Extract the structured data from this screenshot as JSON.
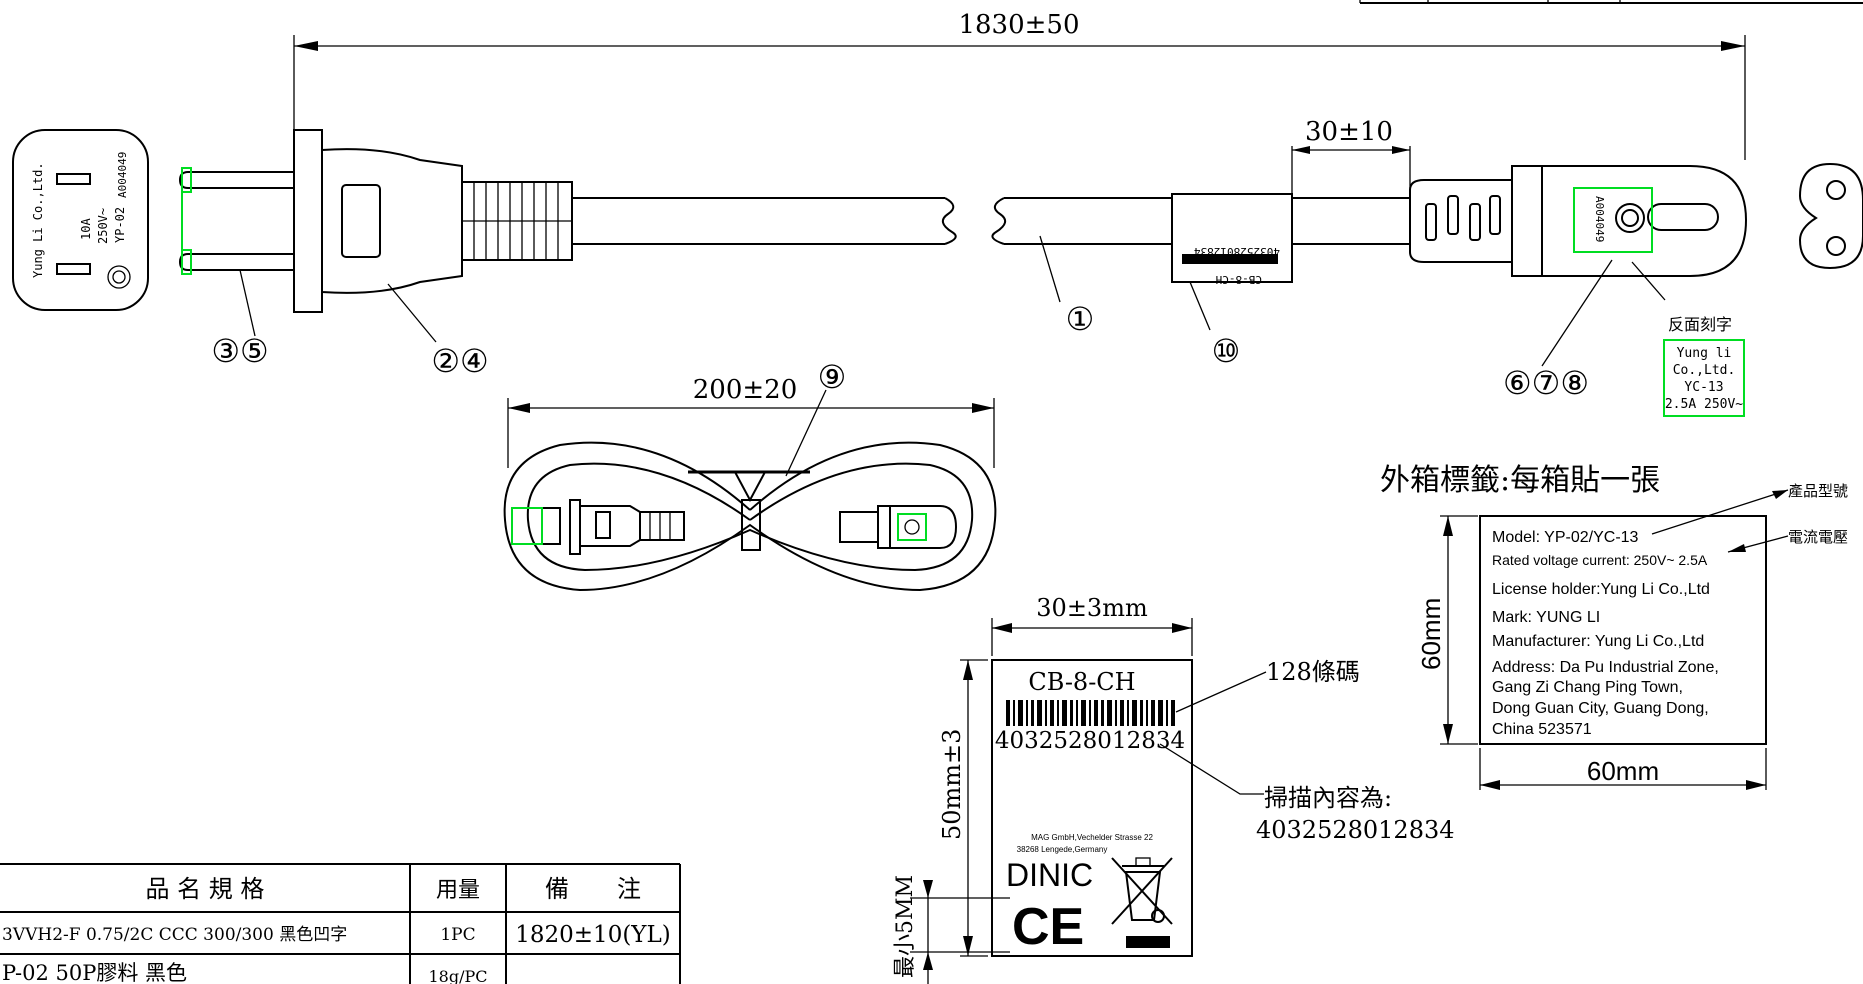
{
  "dimensions": {
    "overall_length": "1830±50",
    "end_gap": "30±10",
    "coil_length": "200±20",
    "label_width": "30±3mm",
    "label_height": "50mm±3",
    "min_margin": "最小5MM",
    "box_label_height": "60mm",
    "box_label_width": "60mm"
  },
  "callouts": [
    "①",
    "②④",
    "③⑤",
    "⑥⑦⑧",
    "⑨",
    "⑩"
  ],
  "plug_face": {
    "maker": "Yung Li Co.,Ltd.",
    "rating": "10A",
    "voltage": "250V~",
    "model": "YP-02",
    "cert": "A004049"
  },
  "connector": {
    "cert": "A004049",
    "back_note_title": "反面刻字",
    "back_text": [
      "Yung li",
      "Co.,Ltd.",
      "YC-13",
      "2.5A 250V~"
    ]
  },
  "cable_label": {
    "code": "CB-8-CH",
    "number": "4032528012834",
    "barcode_note": "128條碼",
    "scan_note": "掃描內容為:",
    "scan_value": "4032528012834",
    "company": "MAG GmbH,Vechelder Strasse 22",
    "address": "38268 Lengede,Germany",
    "brand": "DINIC",
    "ce_mark": "CE"
  },
  "box_label": {
    "title": "外箱標籤:每箱貼一張",
    "note_model": "產品型號",
    "note_voltage": "電流電壓",
    "lines": [
      "Model: YP-02/YC-13",
      "Rated voltage current: 250V~ 2.5A",
      "License holder:Yung Li Co.,Ltd",
      "Mark: YUNG LI",
      "Manufacturer: Yung Li Co.,Ltd",
      "Address: Da Pu Industrial Zone,",
      "Gang Zi Chang Ping Town,",
      "Dong Guan City, Guang Dong,",
      "China 523571"
    ]
  },
  "bom_table": {
    "headers": [
      "品 名 規 格",
      "用量",
      "備　　注"
    ],
    "rows": [
      [
        "3VVH2-F 0.75/2C CCC 300/300 黑色凹字",
        "1PC",
        "1820±10(YL)"
      ],
      [
        "P-02 50P膠料 黑色",
        "18g/PC",
        ""
      ]
    ]
  },
  "colors": {
    "highlight": "#00dd22",
    "ink": "#000000"
  }
}
